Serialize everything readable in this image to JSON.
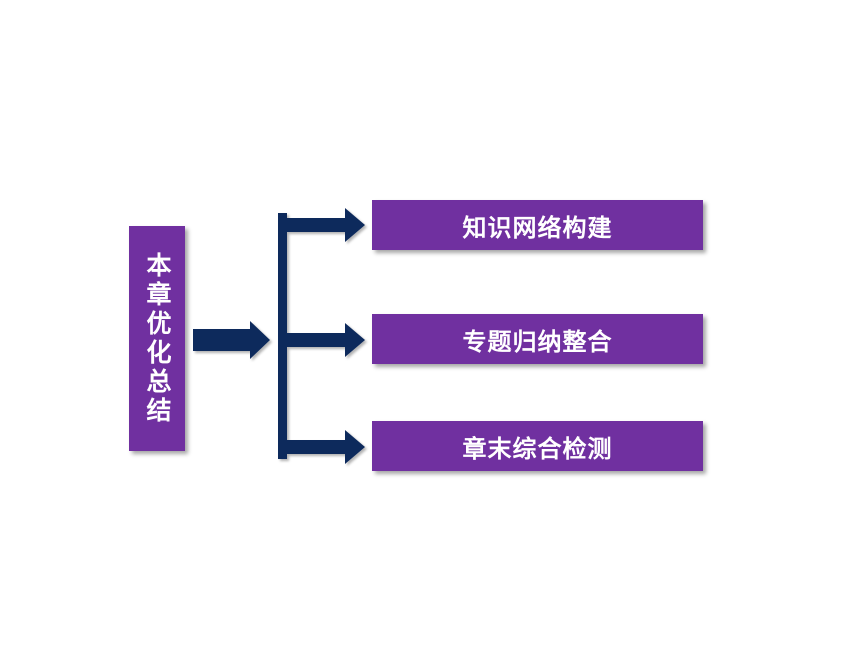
{
  "diagram": {
    "root": {
      "label": "本章优化总结"
    },
    "items": [
      {
        "label": "知识网络构建"
      },
      {
        "label": "专题归纳整合"
      },
      {
        "label": "章末综合检测"
      }
    ],
    "colors": {
      "box_fill": "#7030a0",
      "box_text": "#ffffff",
      "connector": "#0f2a5c",
      "background": "#ffffff"
    }
  }
}
